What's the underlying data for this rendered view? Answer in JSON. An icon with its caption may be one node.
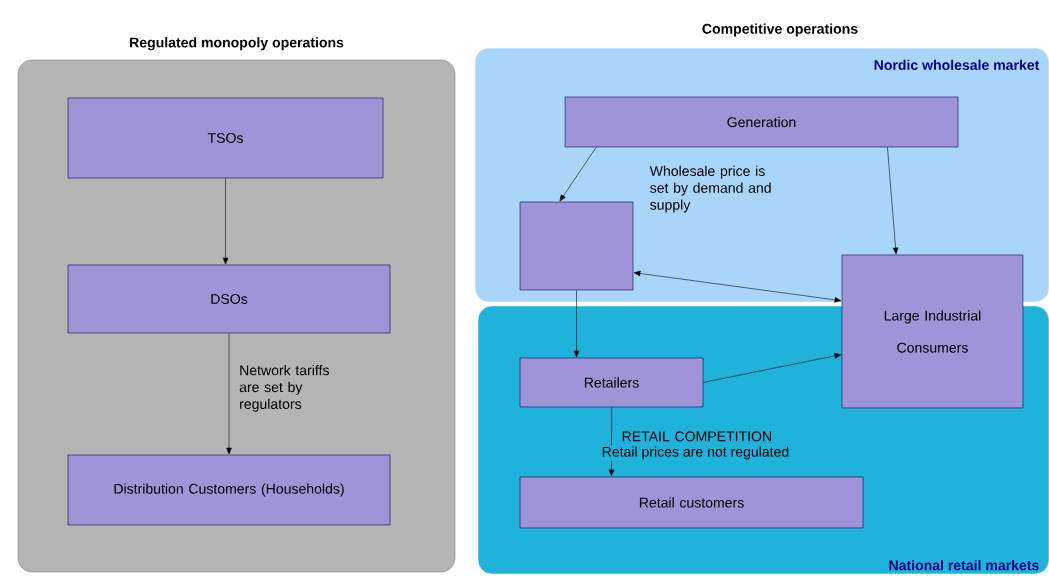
{
  "diagram": {
    "nodes": [
      {
        "text": [
          "Regulated monopoly operations"
        ]
      },
      {
        "text": [
          "TSOs"
        ],
        "in": 0
      },
      {
        "text": [
          "DSOs"
        ],
        "in": 0
      },
      {
        "text": [
          "Distribution Customers (Households)"
        ],
        "in": 0
      },
      {
        "text": [
          "Nordic wholesale market"
        ]
      },
      {
        "text": [
          "Generation"
        ],
        "in": 4
      },
      {
        "text": [],
        "shape": "box",
        "in": 4
      },
      {
        "text": [
          "Large Industrial Consumers"
        ]
      },
      {
        "text": [
          "National retail markets"
        ]
      },
      {
        "text": [
          "Retailers"
        ],
        "in": 8
      },
      {
        "text": [
          "Retail customers"
        ],
        "in": 8
      }
    ],
    "edges": [
      {
        "from": 1,
        "to": 2,
        "arrow": "to"
      },
      {
        "from": 2,
        "to": 3,
        "arrow": "to",
        "label": "Network tariffs are set by regulators"
      },
      {
        "from": 5,
        "to": 6,
        "arrow": "to"
      },
      {
        "from": 5,
        "to": 7,
        "arrow": "to"
      },
      {
        "from": 6,
        "to": 7,
        "arrow": "both"
      },
      {
        "from": 6,
        "to": 9,
        "arrow": "to"
      },
      {
        "from": 9,
        "to": 7,
        "arrow": "to"
      },
      {
        "from": 9,
        "to": 10,
        "arrow": "to",
        "label": "RETAIL COMPETITION"
      }
    ],
    "labels": [
      "Competitive operations",
      "Wholesale price is set by demand and supply",
      "Retail prices are not regulated"
    ]
  }
}
